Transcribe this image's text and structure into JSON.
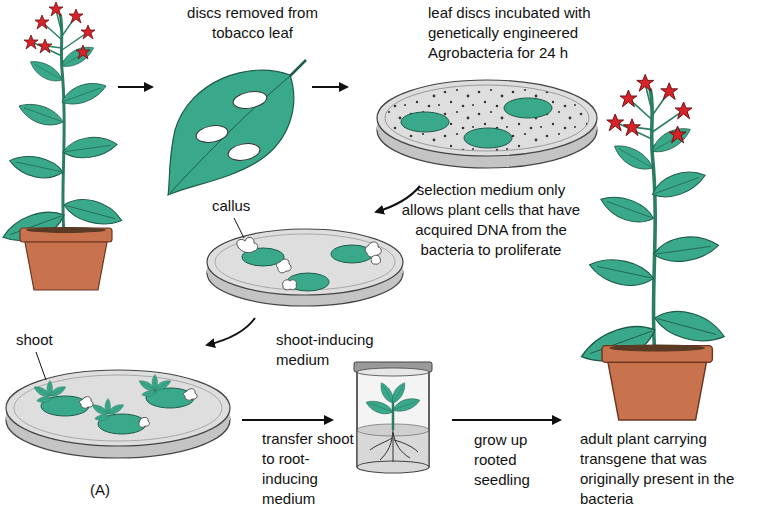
{
  "diagram": {
    "labels": [
      "discs removed from tobacco leaf",
      "leaf discs incubated with genetically engineered Agrobacteria for 24 h",
      "callus",
      "selection medium only allows plant cells that have acquired DNA from the bacteria to proliferate",
      "shoot",
      "shoot-inducing medium",
      "transfer shoot to root-inducing medium",
      "grow up rooted seedling",
      "adult plant carrying transgene that was originally present in the bacteria",
      "(A)"
    ]
  }
}
